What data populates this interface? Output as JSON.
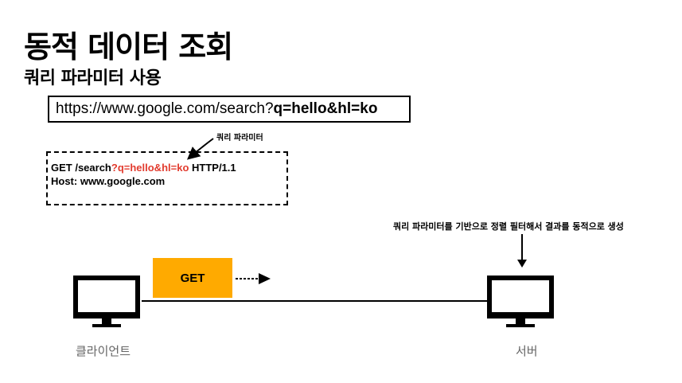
{
  "title": "동적 데이터 조회",
  "subtitle": "쿼리 파라미터 사용",
  "url": {
    "plain": "https://www.google.com/search?",
    "query": "q=hello&hl=ko"
  },
  "query_label": "쿼리 파라미터",
  "http_message": {
    "line1_start": "GET /search",
    "line1_query": "?q=hello&hl=ko",
    "line1_end": " HTTP/1.1",
    "line2": "Host: www.google.com"
  },
  "server_note": "쿼리 파라미터를 기반으로 정렬 필터해서 결과를 동적으로 생성",
  "method_badge": "GET",
  "client_label": "클라이언트",
  "server_label": "서버",
  "colors": {
    "highlight": "#e23b2e",
    "method_badge": "#ffaa00",
    "device_label": "#666666"
  },
  "icons": [
    "client-monitor-icon",
    "server-monitor-icon",
    "arrow-icon"
  ]
}
